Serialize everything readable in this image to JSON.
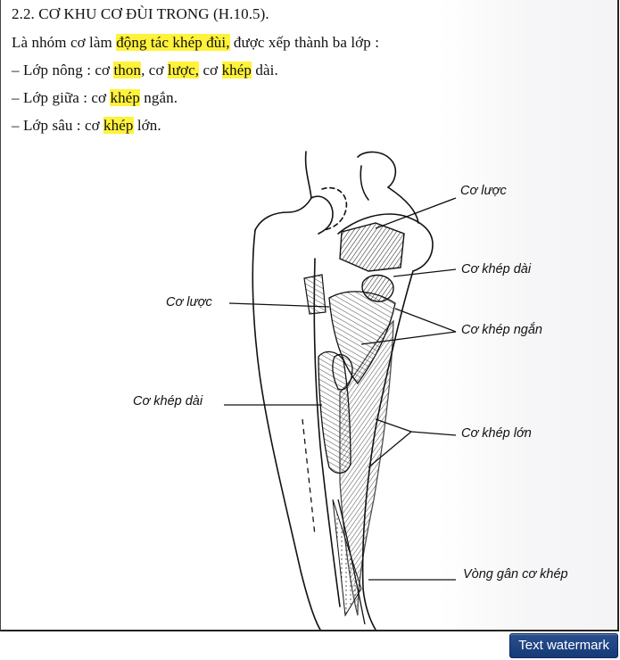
{
  "heading": "2.2. CƠ KHU CƠ ĐÙI TRONG (H.10.5).",
  "intro": {
    "before": "Là nhóm cơ làm ",
    "highlight": "động tác khép đùi,",
    "after": " được xếp thành ba lớp :"
  },
  "layers": [
    {
      "parts": [
        {
          "t": "– Lớp nông : cơ ",
          "hl": false
        },
        {
          "t": "thon",
          "hl": true
        },
        {
          "t": ", cơ ",
          "hl": false
        },
        {
          "t": "lược,",
          "hl": true
        },
        {
          "t": " cơ ",
          "hl": false
        },
        {
          "t": "khép",
          "hl": true
        },
        {
          "t": " dài.",
          "hl": false
        }
      ]
    },
    {
      "parts": [
        {
          "t": "– Lớp giữa : cơ ",
          "hl": false
        },
        {
          "t": "khép",
          "hl": true
        },
        {
          "t": " ngắn.",
          "hl": false
        }
      ]
    },
    {
      "parts": [
        {
          "t": "– Lớp sâu : cơ ",
          "hl": false
        },
        {
          "t": "khép",
          "hl": true
        },
        {
          "t": " lớn.",
          "hl": false
        }
      ]
    }
  ],
  "figure_labels": {
    "co_luoc_right": "Cơ lược",
    "co_khep_dai_right": "Cơ khép dài",
    "co_khep_ngan": "Cơ khép ngắn",
    "co_khep_lon": "Cơ khép lớn",
    "vong_gan": "Vòng gân cơ khép",
    "co_luoc_left": "Cơ lược",
    "co_khep_dai_left": "Cơ khép dài"
  },
  "watermark_button": "Text watermark",
  "colors": {
    "highlight": "#fff23a",
    "button": "#1f4585"
  }
}
